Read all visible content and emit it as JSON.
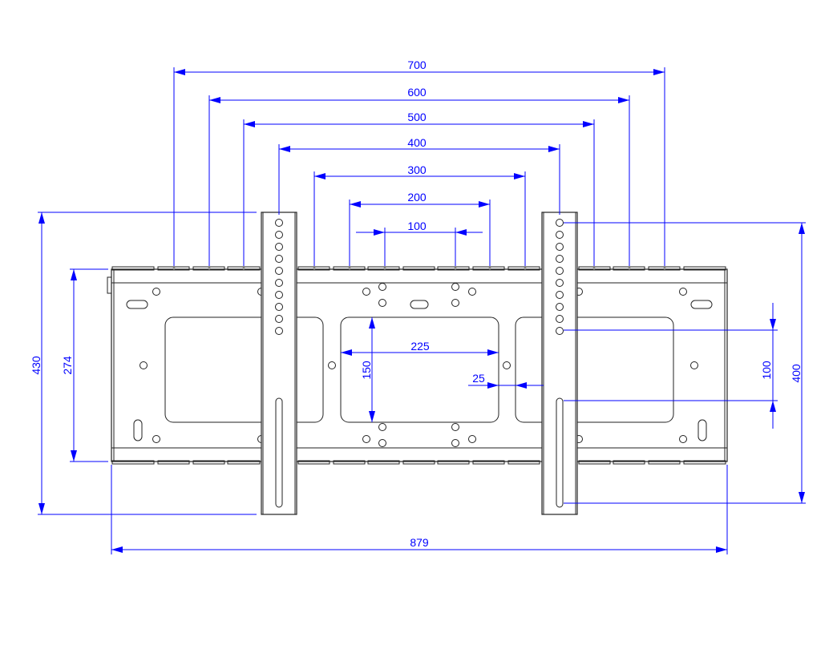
{
  "drawing": {
    "title_hidden": null,
    "dimensions": {
      "width_700": "700",
      "width_600": "600",
      "width_500": "500",
      "width_400": "400",
      "width_300": "300",
      "width_200": "200",
      "width_100": "100",
      "cutout_225": "225",
      "cutout_150": "150",
      "gap_25": "25",
      "hole_spacing_100": "100",
      "bracket_400": "400",
      "overall_height_430": "430",
      "plate_height_274": "274",
      "overall_width_879": "879"
    },
    "colors": {
      "dimension": "#0000ff",
      "outline": "#222222"
    }
  }
}
